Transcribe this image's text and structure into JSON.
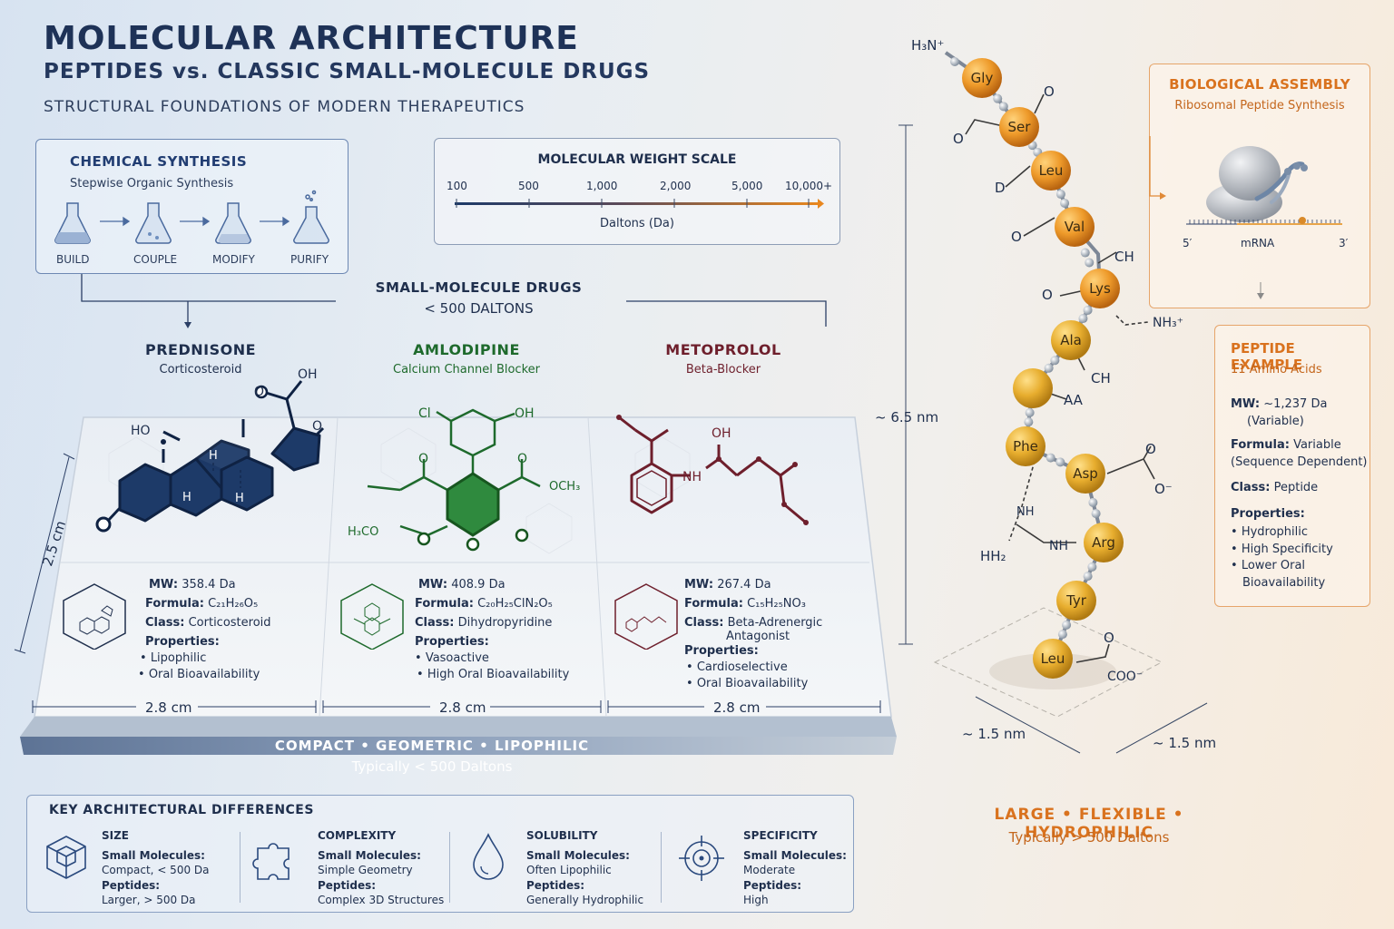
{
  "header": {
    "title": "MOLECULAR ARCHITECTURE",
    "subtitle": "PEPTIDES vs. CLASSIC SMALL-MOLECULE DRUGS",
    "tagline": "STRUCTURAL FOUNDATIONS OF MODERN THERAPEUTICS"
  },
  "synthesis": {
    "title": "CHEMICAL SYNTHESIS",
    "subtitle": "Stepwise Organic Synthesis",
    "steps": [
      "BUILD",
      "COUPLE",
      "MODIFY",
      "PURIFY"
    ]
  },
  "mw_scale": {
    "title": "MOLECULAR WEIGHT SCALE",
    "ticks": [
      "100",
      "500",
      "1,000",
      "2,000",
      "5,000",
      "10,000+"
    ],
    "unit": "Daltons (Da)"
  },
  "small_molecules": {
    "heading": "SMALL-MOLECULE DRUGS",
    "subheading": "< 500 DALTONS",
    "drugs": [
      {
        "name": "PREDNISONE",
        "class_label": "Corticosteroid",
        "color": "#1d3a68",
        "mw_label": "MW:",
        "mw": "358.4 Da",
        "formula_label": "Formula:",
        "formula": "C₂₁H₂₆O₅",
        "class_key": "Class:",
        "class_value": "Corticosteroid",
        "props_label": "Properties:",
        "props": [
          "Lipophilic",
          "Oral Bioavailability"
        ],
        "atom_labels": [
          "HO",
          "OH",
          "O",
          "O",
          "H",
          "H",
          "H",
          "O"
        ]
      },
      {
        "name": "AMLODIPINE",
        "class_label": "Calcium Channel Blocker",
        "color": "#1e6a2c",
        "mw_label": "MW:",
        "mw": "408.9 Da",
        "formula_label": "Formula:",
        "formula": "C₂₀H₂₅ClN₂O₅",
        "class_key": "Class:",
        "class_value": "Dihydropyridine",
        "props_label": "Properties:",
        "props": [
          "Vasoactive",
          "High Oral Bioavailability"
        ],
        "atom_labels": [
          "Cl",
          "OH",
          "OCH₃",
          "H₃CO",
          "O",
          "O",
          "O"
        ]
      },
      {
        "name": "METOPROLOL",
        "class_label": "Beta-Blocker",
        "color": "#6e1f2c",
        "mw_label": "MW:",
        "mw": "267.4 Da",
        "formula_label": "Formula:",
        "formula": "C₁₅H₂₅NO₃",
        "class_key": "Class:",
        "class_value": "Beta-Adrenergic",
        "class_value2": "Antagonist",
        "props_label": "Properties:",
        "props": [
          "Cardioselective",
          "Oral Bioavailability"
        ],
        "atom_labels": [
          "OH",
          "NH"
        ]
      }
    ],
    "dims": {
      "height": "2.5 cm",
      "width": "2.8 cm"
    },
    "platform_caption": "COMPACT • GEOMETRIC • LIPOPHILIC",
    "platform_sub": "Typically < 500 Daltons"
  },
  "differences": {
    "title": "KEY ARCHITECTURAL DIFFERENCES",
    "items": [
      {
        "title": "SIZE",
        "icon": "cube-icon",
        "sm_label": "Small Molecules:",
        "sm": "Compact, < 500 Da",
        "pep_label": "Peptides:",
        "pep": "Larger, > 500 Da"
      },
      {
        "title": "COMPLEXITY",
        "icon": "puzzle-icon",
        "sm_label": "Small Molecules:",
        "sm": "Simple Geometry",
        "pep_label": "Peptides:",
        "pep": "Complex 3D Structures"
      },
      {
        "title": "SOLUBILITY",
        "icon": "droplet-icon",
        "sm_label": "Small Molecules:",
        "sm": "Often Lipophilic",
        "pep_label": "Peptides:",
        "pep": "Generally Hydrophilic"
      },
      {
        "title": "SPECIFICITY",
        "icon": "target-icon",
        "sm_label": "Small Molecules:",
        "sm": "Moderate",
        "pep_label": "Peptides:",
        "pep": "High"
      }
    ]
  },
  "peptide_chain": {
    "n_term": "H₃N⁺",
    "residues": [
      "Gly",
      "Ser",
      "Leu",
      "Val",
      "Lys",
      "Ala",
      "Phe",
      "Asp",
      "Arg",
      "Tyr",
      "Leu"
    ],
    "extra_residue": "Ala",
    "side_labels": [
      "O",
      "O",
      "D",
      "O",
      "CH",
      "O",
      "NH₃⁺",
      "CH",
      "AA",
      "O",
      "O⁻",
      "NH",
      "NH",
      "HH₂",
      "O",
      "COO⁻"
    ],
    "height": "~ 6.5 nm",
    "base_w": "~ 1.5 nm",
    "base_d": "~ 1.5 nm",
    "caption": "LARGE • FLEXIBLE • HYDROPHILIC",
    "caption_sub": "Typically > 500 Daltons",
    "accent": "#e8871e"
  },
  "bio_assembly": {
    "title": "BIOLOGICAL ASSEMBLY",
    "subtitle": "Ribosomal Peptide Synthesis",
    "five_prime": "5′",
    "mrna": "mRNA",
    "three_prime": "3′"
  },
  "peptide_example": {
    "title": "PEPTIDE EXAMPLE",
    "subtitle": "11 Amino Acids",
    "mw_label": "MW:",
    "mw": "~1,237 Da",
    "mw_note": "(Variable)",
    "formula_label": "Formula:",
    "formula": "Variable",
    "formula_note": "(Sequence Dependent)",
    "class_label": "Class:",
    "class_value": "Peptide",
    "props_label": "Properties:",
    "props": [
      "Hydrophilic",
      "High Specificity",
      "Lower Oral",
      "Bioavailability"
    ]
  }
}
